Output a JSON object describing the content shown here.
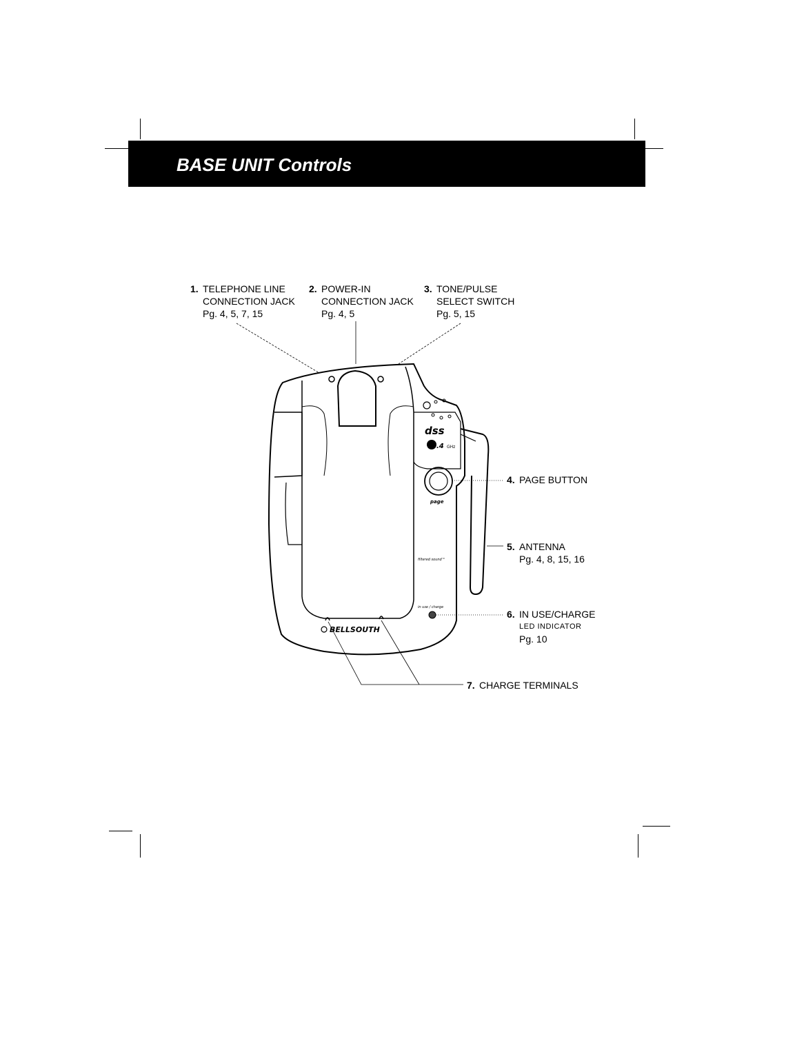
{
  "header": {
    "title": "BASE UNIT Controls"
  },
  "callouts": [
    {
      "num": "1.",
      "lines": [
        "TELEPHONE LINE",
        "CONNECTION JACK",
        "Pg. 4, 5, 7, 15"
      ]
    },
    {
      "num": "2.",
      "lines": [
        "POWER-IN",
        "CONNECTION JACK",
        "Pg. 4, 5"
      ]
    },
    {
      "num": "3.",
      "lines": [
        "TONE/PULSE",
        "SELECT SWITCH",
        "Pg. 5, 15"
      ]
    },
    {
      "num": "4.",
      "lines": [
        "PAGE BUTTON"
      ]
    },
    {
      "num": "5.",
      "lines": [
        "ANTENNA",
        "Pg. 4, 8, 15, 16"
      ]
    },
    {
      "num": "6.",
      "lines": [
        "IN USE/CHARGE",
        "LED INDICATOR",
        "Pg. 10"
      ]
    },
    {
      "num": "7.",
      "lines": [
        "CHARGE TERMINALS"
      ]
    }
  ],
  "device": {
    "logo_text": "dss",
    "freq_text": ".4",
    "freq_unit": "GHz",
    "page_label": "page",
    "filtered_label": "filtered sound™",
    "inuse_label": "in use / charge",
    "brand": "BELLSOUTH"
  }
}
